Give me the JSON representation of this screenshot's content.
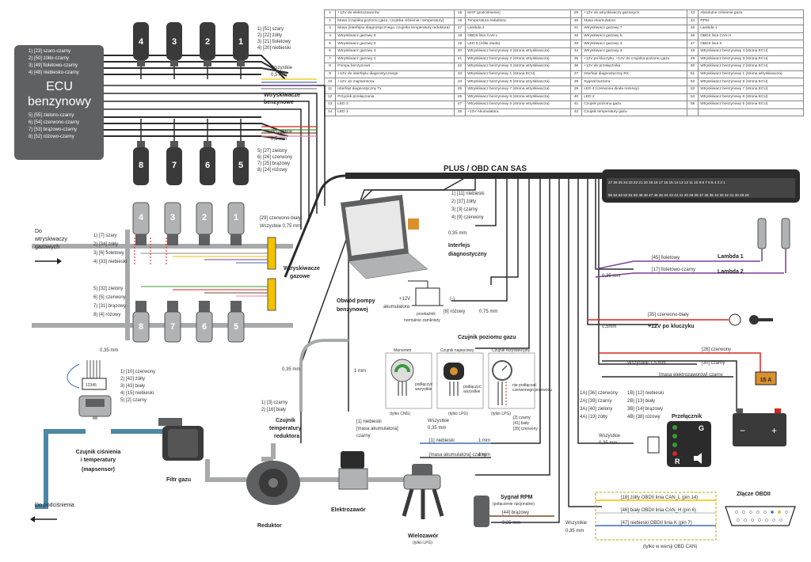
{
  "pin_table": [
    [
      "1",
      "+12V do elektrozaworów",
      "15",
      "MAP (podciśnienie)",
      "29",
      "+12V do wtryskiwaczy gazowych",
      "43",
      "Absolutne ciśnienie gazu"
    ],
    [
      "2",
      "Masa (czujnika poziomu gazu, czujnika ciśnienia i temperatury)",
      "16",
      "Temperatura reduktora",
      "30",
      "Masa Akumulatora",
      "44",
      "RPM"
    ],
    [
      "3",
      "Masa (interfejsu diagnostycznego, czujnika temperatury reduktora)",
      "17",
      "Lambda 2",
      "31",
      "Wtryskiwacz gazowy 7",
      "45",
      "Lambda 1"
    ],
    [
      "4",
      "Wtryskiwacz gazowy 8",
      "18",
      "OBDII linia CAN L",
      "32",
      "Wtryskiwacz gazowy 5",
      "46",
      "OBDII linia CAN H"
    ],
    [
      "5",
      "Wtryskiwacz gazowy 6",
      "19",
      "LED 5 (żółta dioda)",
      "33",
      "Wtryskiwacz gazowy 4",
      "47",
      "OBDII linia K"
    ],
    [
      "6",
      "Wtryskiwacz gazowy 3",
      "20",
      "Wtryskiwacz benzynowy 4 (strona wtryskiwacza)",
      "34",
      "Wtryskiwacz gazowy 2",
      "48",
      "Wtryskiwacz benzynowy 4 (strona ECU)"
    ],
    [
      "7",
      "Wtryskiwacz gazowy 1",
      "21",
      "Wtryskiwacz benzynowy 2 (strona wtryskiwacza)",
      "35",
      "+12V po kluczyku, +12V do czujnika poziomu gazu",
      "49",
      "Wtryskiwacz benzynowy 3 (strona ECU)"
    ],
    [
      "8",
      "Pompa benzynowa",
      "22",
      "Wtryskiwacz benzynowy 3 (strona wtryskiwacza)",
      "36",
      "+12V do przełącznika",
      "50",
      "Wtryskiwacz benzynowy 2 (strona ECU)"
    ],
    [
      "9",
      "+12V do interfejsu diagnostycznego",
      "23",
      "Wtryskiwacz benzynowy 1 (strona ECU)",
      "37",
      "Interfejs diagnostyczny RX",
      "51",
      "Wtryskiwacz benzynowy 1 (strona wtryskiwacza)"
    ],
    [
      "10",
      "+12V do mapsensora",
      "24",
      "Wtryskiwacz benzynowy 8 (strona wtryskiwacza)",
      "38",
      "Sygnał buzzera",
      "52",
      "Wtryskiwacz benzynowy 8 (strona ECU)"
    ],
    [
      "11",
      "Interfejs diagnostyczny Tx",
      "25",
      "Wtryskiwacz benzynowy 7 (strona wtryskiwacza)",
      "39",
      "LED 4 (czerwona dioda rezerwy)",
      "53",
      "Wtryskiwacz benzynowy 7 (strona ECU)"
    ],
    [
      "12",
      "Przycisk przełączania",
      "26",
      "Wtryskiwacz benzynowy 6 (strona wtryskiwacza)",
      "40",
      "LED 2",
      "54",
      "Wtryskiwacz benzynowy 6 (strona ECU)"
    ],
    [
      "13",
      "LED 3",
      "27",
      "Wtryskiwacz benzynowy 5 (strona wtryskiwacza)",
      "41",
      "Czujnik poziomu gazu",
      "55",
      "Wtryskiwacz benzynowy 5 (strona ECU)"
    ],
    [
      "14",
      "LED 1",
      "28",
      "+12V Akumulatora",
      "42",
      "Czujnik temperatury gazu",
      "",
      ""
    ]
  ],
  "ecu": {
    "title_line1": "ECU",
    "title_line2": "benzynowy",
    "top_pins": [
      "1) [23] szaro-czarny",
      "2) [50] żółto-czarny",
      "3) [49] fioletowo-czarny",
      "4) [48] niebiesko-czarny"
    ],
    "bottom_pins": [
      "5) [55] zielono-czarny",
      "6) [54] czerwono-czarny",
      "7) [53] brązowo-czarny",
      "8) [52] różowo-czarny"
    ]
  },
  "petrol_injectors": {
    "top_numbers": [
      "4",
      "3",
      "2",
      "1"
    ],
    "bottom_numbers": [
      "8",
      "7",
      "6",
      "5"
    ],
    "top_pins": [
      "1) [51] szary",
      "2) [22] żółty",
      "3) [21] fioletowy",
      "4) [20] niebieski"
    ],
    "bottom_pins": [
      "5) [27] zielony",
      "6) [26] czerwony",
      "7) [25] brązowy",
      "8) [24] różowy"
    ],
    "all_label": "Wszystkie",
    "cross_section": "0,5 mm",
    "title_line1": "Wtryskiwacze",
    "title_line2": "benzynowe"
  },
  "gas_injectors": {
    "top_numbers": [
      "4",
      "3",
      "2",
      "1"
    ],
    "bottom_numbers": [
      "8",
      "7",
      "6",
      "5"
    ],
    "common": "[29] czerwono-biały",
    "all_label": "Wszystkie 0,75 mm",
    "top_pins": [
      "1) [7] szary",
      "2) [34] żółty",
      "3) [6] fioletowy",
      "4) [33] niebieski"
    ],
    "bottom_pins": [
      "5) [32] zielony",
      "6) [5] czerwony",
      "7) [31] brązowy",
      "8) [4] różowy"
    ],
    "title_line1": "Wtryskiwacze",
    "title_line2": "gazowe",
    "to_injectors_line1": "Do",
    "to_injectors_line2": "wtryskiwaczy",
    "to_injectors_line3": "gazowych"
  },
  "main_connector": {
    "title": "PLUS / OBD CAN SAS",
    "top_pins": "27 26 25 24 23 22 21 20 19 18 17 16 15 14 13 12 11 10 9 8 7 6 5 4 3 2 1",
    "bottom_pins": "55 54 53 52 51 50 49 48 47 46 45 44 43 42 41 40 39 38 37 36 35 34 33 32 31 30 29 28"
  },
  "interface": {
    "pins": [
      "1) [11] niebieski",
      "2) [37] żółty",
      "3) [3] czarny",
      "4) [9] czerwony"
    ],
    "cross_section": "0,35 mm",
    "title_line1": "Interfejs",
    "title_line2": "diagnostyczny"
  },
  "pump": {
    "title_line1": "Obwód pompy",
    "title_line2": "benzynowej",
    "v12": "+12V",
    "battery": "akumulatora",
    "relay": "przekaźnik",
    "relay_note": "normalnie zamknięty",
    "minus": "(-)",
    "wire": "[8] różowy",
    "cross_section": "0,75 mm"
  },
  "lambda": {
    "wire1": "[45] fioletowy",
    "wire2": "[17] fioletowo-czarny",
    "label1": "Lambda 1",
    "label2": "Lambda 2",
    "cross_section": "0,35 mm"
  },
  "ignition": {
    "wire": "[35] czerwono-biały",
    "cross_section": "0,5mm",
    "label": "+12V po kluczyku"
  },
  "battery": {
    "wire_red": "[28] czerwony",
    "all_label": "Wszystkie 1,5 mm",
    "wire_black": "[30] czarny",
    "ground": "[masa elektrozaworów] czarny",
    "fuse": "15 A",
    "minus": "−",
    "plus": "+"
  },
  "switch": {
    "pins_left": [
      "1A) [36] czerwony",
      "2A) [39] czarny",
      "3A) [40] zielony",
      "4A) [19] żółty"
    ],
    "pins_right": [
      "1B) [12] niebieski",
      "2B) [13] biały",
      "3B) [14] brązowy",
      "4B) [38] różowy"
    ],
    "title": "Przełącznik",
    "all_label": "Wszystkie",
    "cross_section": "0,35 mm",
    "key_g": "G",
    "key_r": "R"
  },
  "level_sensor": {
    "title": "Czujnik poziomu gazu",
    "gauges": [
      {
        "label": "Manometr",
        "note1": "podłączyć",
        "note2": "wszystkie",
        "type": "(tylko CNG)"
      },
      {
        "label": "Czujnik napięciowy",
        "note1": "podłączyć",
        "note2": "wszystkie",
        "type": "(tylko LPG)"
      },
      {
        "label": "Czujnik rezystancyjny",
        "note1": "nie podłączać",
        "note2": "czerwonego przewodu",
        "type": "(tylko LPG)"
      }
    ],
    "wires": [
      "[2] czarny",
      "[41] biały",
      "[35] czerwony"
    ],
    "all_label": "Wszystkie",
    "cross_section": "0,35 mm",
    "wire_blue": "[1] niebieski",
    "wire_ground": "[masa akumulatora] czarny",
    "mm1": "1 mm",
    "mm1b": "1 mm"
  },
  "map_sensor": {
    "pins": [
      "1) [10] czerwony",
      "2) [42] żółty",
      "3) [43] biały",
      "4) [15] niebieski",
      "5) [2] czarny"
    ],
    "cross_section": "0,35 mm",
    "title_line1": "Czujnik ciśnienia",
    "title_line2": "i temperatury",
    "title_line3": "(mapsensor)",
    "vacuum": "Do podciśnienia"
  },
  "reducer": {
    "temp_pins": [
      "1) [3] czarny",
      "2) [16] biały"
    ],
    "cross_section": "0,35 mm",
    "temp_title_line1": "Czujnik",
    "temp_title_line2": "temperatury",
    "temp_title_line3": "reduktora",
    "title": "Reduktor",
    "filter": "Filtr gazu"
  },
  "solenoid": {
    "wire_blue": "[1] niebieski",
    "wire_ground": "[masa akumulatora]",
    "wire_black": "czarny",
    "mm": "1 mm",
    "title": "Elektrozawór"
  },
  "multivalve": {
    "title": "Wielozawór",
    "subtitle": "(tylko LPG)"
  },
  "rpm": {
    "title": "Sygnał RPM",
    "subtitle": "(połączenie opcjonalne)",
    "wire": "[44] brązowy",
    "cross_section": "0,35 mm"
  },
  "obd": {
    "wires": [
      "[18] żółty OBDII linia CAN_L (pin 14)",
      "[46] biały OBDII linia CAN_H (pin 6)",
      "[47] niebieski OBDII linia K (pin 7)"
    ],
    "all_label": "Wszystkie",
    "cross_section": "0,35 mm",
    "title": "Złącze OBDII",
    "note": "(tylko w wersji OBD CAN)"
  },
  "colors": {
    "ecu_box": "#5f6062",
    "harness": "#2b2b2b",
    "hose_gray": "#a7a9ab",
    "hose_blue": "#4d86a6",
    "lambda_purple": "#7b3f98",
    "red_wire": "#d8231e",
    "fuse": "#d9902e"
  }
}
